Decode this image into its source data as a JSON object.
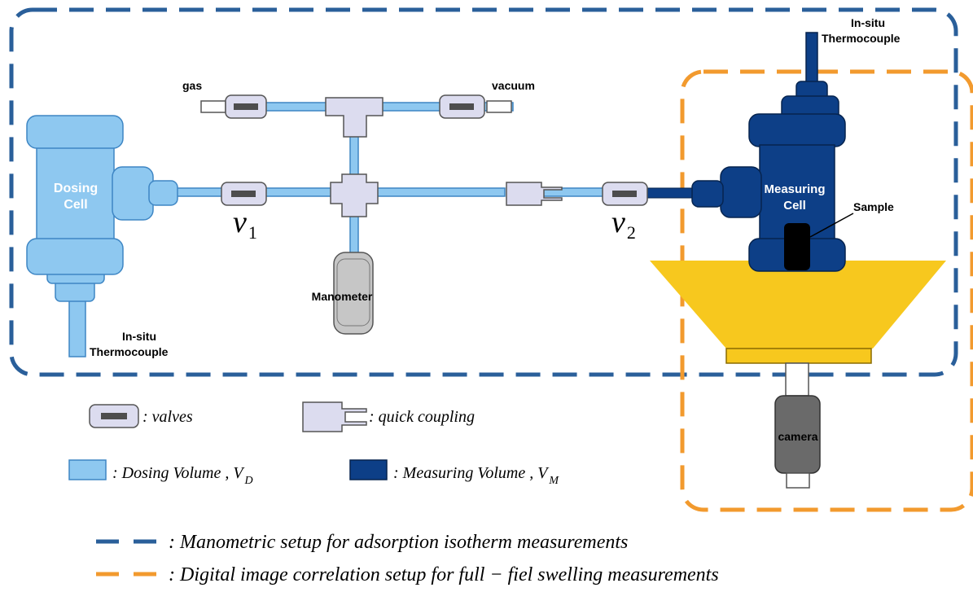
{
  "colors": {
    "dosing": "#8ec8f0",
    "dosing_stroke": "#3e86c4",
    "measuring": "#0d3f87",
    "measuring_stroke": "#06244f",
    "manometer_box": "#2a5f9a",
    "dic_box": "#f29a2e",
    "valve_fill": "#dcdcef",
    "valve_core": "#4d4d4d",
    "manometer": "#c6c6c6",
    "camera": "#6a6a6a",
    "light": "#f7c81e",
    "sample": "#000000"
  },
  "labels": {
    "gas": "gas",
    "vacuum": "vacuum",
    "dosing_cell_line1": "Dosing",
    "dosing_cell_line2": "Cell",
    "measuring_cell_line1": "Measuring",
    "measuring_cell_line2": "Cell",
    "sample": "Sample",
    "manometer": "Manometer",
    "camera": "camera",
    "thermo_top_line1": "In-situ",
    "thermo_top_line2": "Thermocouple",
    "thermo_bottom_line1": "In-situ",
    "thermo_bottom_line2": "Thermocouple",
    "v1_letter": "v",
    "v1_sub": "1",
    "v2_letter": "v",
    "v2_sub": "2"
  },
  "legend": {
    "valves": ": valves",
    "quick_coupling": ": quick coupling",
    "dosing_volume": ": Dosing Volume , V",
    "dosing_volume_sub": "D",
    "measuring_volume": ": Measuring Volume , V",
    "measuring_volume_sub": "M",
    "manometric_setup": ": Manometric setup  for adsorption isotherm measurements",
    "dic_setup": ": Digital image correlation setup  for  full − fiel swelling measurements"
  }
}
